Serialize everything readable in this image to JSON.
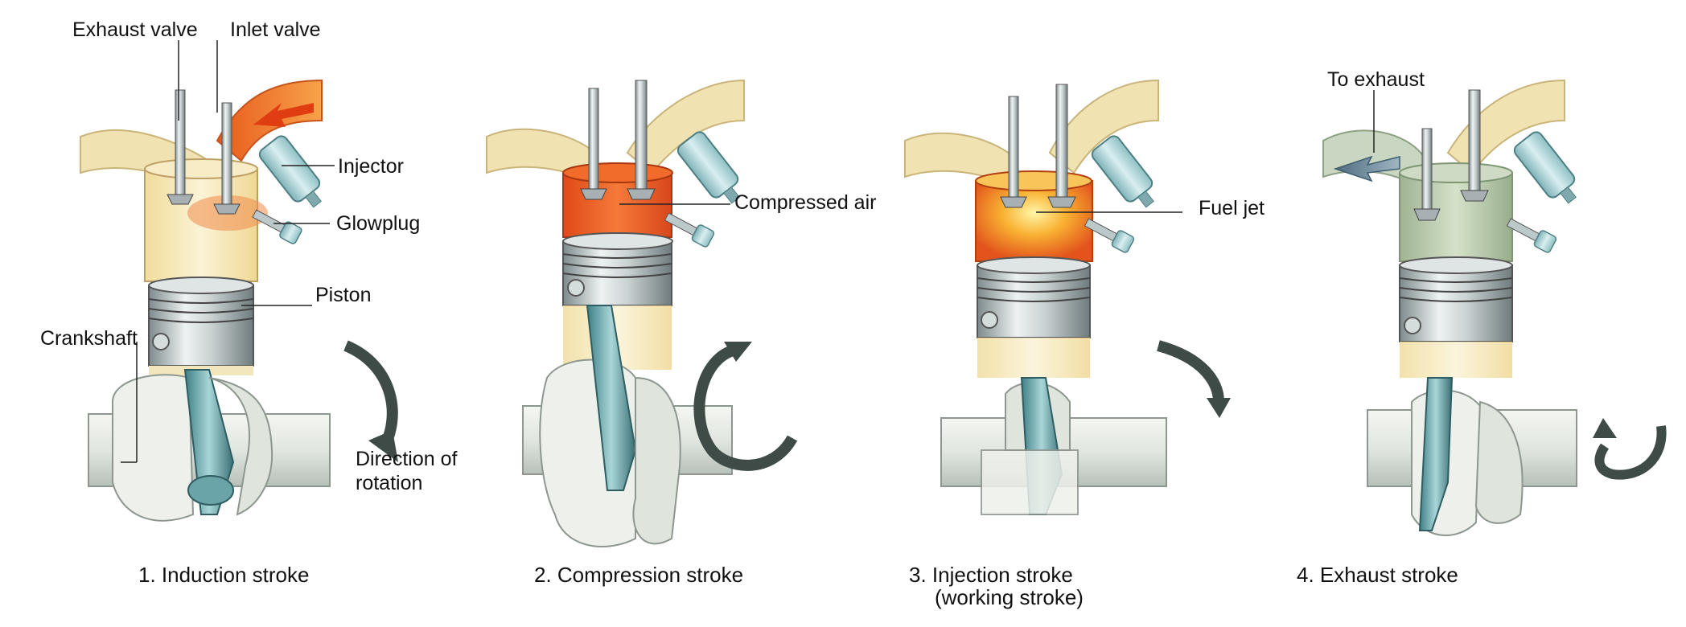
{
  "labels": {
    "exhaust_valve": "Exhaust valve",
    "inlet_valve": "Inlet valve",
    "injector": "Injector",
    "glowplug": "Glowplug",
    "piston": "Piston",
    "crankshaft": "Crankshaft",
    "direction_line1": "Direction of",
    "direction_line2": "rotation",
    "compressed_air": "Compressed air",
    "fuel_jet": "Fuel jet",
    "to_exhaust": "To exhaust"
  },
  "strokes": [
    {
      "caption": "1. Induction stroke"
    },
    {
      "caption": "2. Compression stroke"
    },
    {
      "caption": "3. Injection stroke",
      "caption_line2": "(working stroke)"
    },
    {
      "caption": "4. Exhaust stroke"
    }
  ]
}
